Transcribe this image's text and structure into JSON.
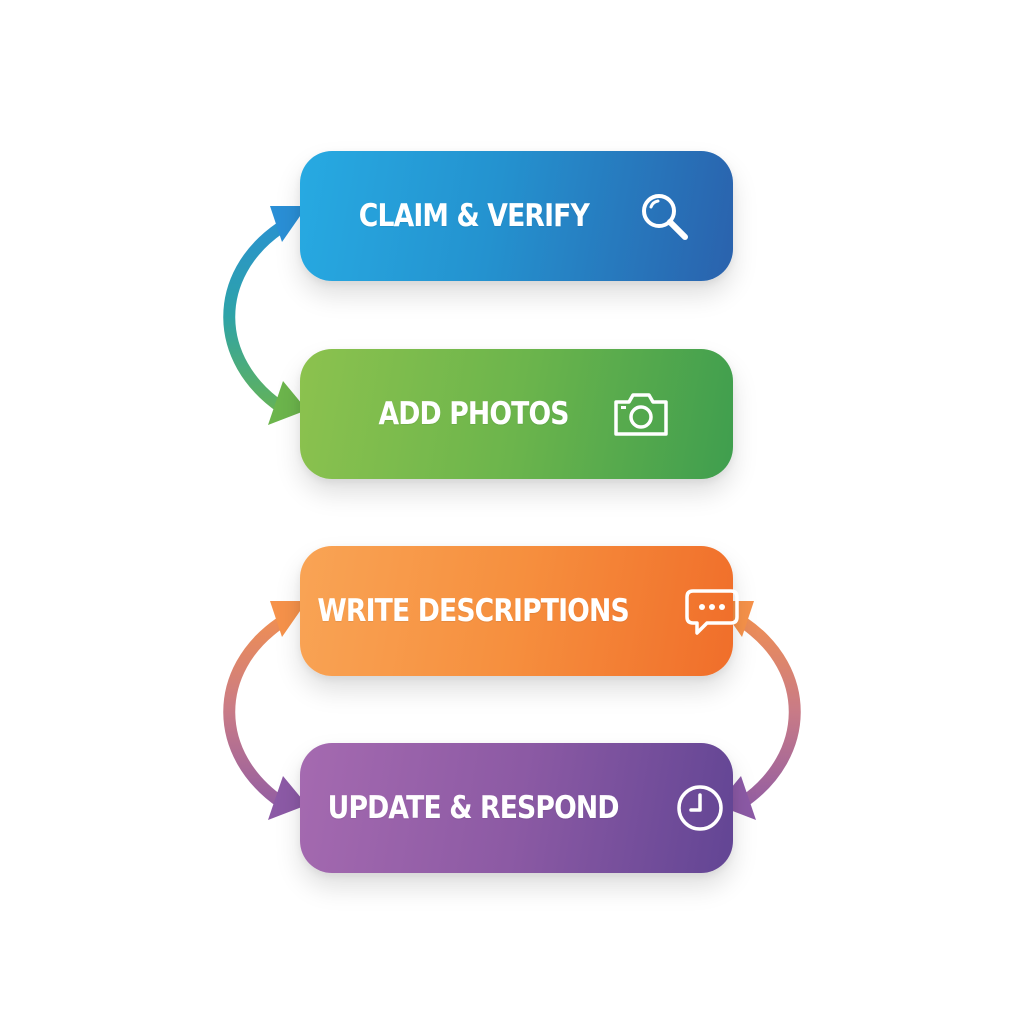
{
  "steps": [
    {
      "label": "CLAIM & VERIFY",
      "icon": "magnifier-icon",
      "color_start": "#27aae2",
      "color_end": "#2a62ad"
    },
    {
      "label": "ADD PHOTOS",
      "icon": "camera-icon",
      "color_start": "#8cc24e",
      "color_end": "#3f9e4e"
    },
    {
      "label": "WRITE DESCRIPTIONS",
      "icon": "speech-bubble-icon",
      "color_start": "#f9a455",
      "color_end": "#f06e2a"
    },
    {
      "label": "UPDATE & RESPOND",
      "icon": "clock-icon",
      "color_start": "#a56ab0",
      "color_end": "#624594"
    }
  ],
  "connectors": [
    {
      "from": "CLAIM & VERIFY",
      "to": "ADD PHOTOS",
      "direction": "bidirectional",
      "side": "left"
    },
    {
      "from": "WRITE DESCRIPTIONS",
      "to": "UPDATE & RESPOND",
      "direction": "bidirectional",
      "side": "left"
    },
    {
      "from": "WRITE DESCRIPTIONS",
      "to": "UPDATE & RESPOND",
      "direction": "bidirectional",
      "side": "right"
    }
  ]
}
